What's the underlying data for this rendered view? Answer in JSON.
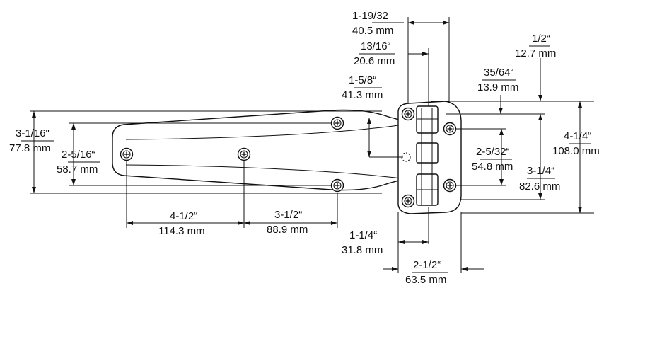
{
  "diagram": {
    "dimensions": {
      "d_1_19_32": {
        "imperial": "1-19/32",
        "metric": "40.5 mm"
      },
      "d_13_16": {
        "imperial": "13/16“",
        "metric": "20.6 mm"
      },
      "d_1_5_8": {
        "imperial": "1-5/8“",
        "metric": "41.3 mm"
      },
      "d_1_2": {
        "imperial": "1/2“",
        "metric": "12.7 mm"
      },
      "d_35_64": {
        "imperial": "35/64“",
        "metric": "13.9 mm"
      },
      "d_3_1_16": {
        "imperial": "3-1/16\"",
        "metric": "77.8 mm"
      },
      "d_2_5_16": {
        "imperial": "2-5/16“",
        "metric": "58.7 mm"
      },
      "d_2_5_32": {
        "imperial": "2-5/32“",
        "metric": "54.8 mm"
      },
      "d_4_1_4": {
        "imperial": "4-1/4“",
        "metric": "108.0 mm"
      },
      "d_3_1_4": {
        "imperial": "3-1/4“",
        "metric": "82.6 mm"
      },
      "d_4_1_2": {
        "imperial": "4-1/2“",
        "metric": "114.3 mm"
      },
      "d_3_1_2": {
        "imperial": "3-1/2“",
        "metric": "88.9 mm"
      },
      "d_1_1_4": {
        "imperial": "1-1/4“",
        "metric": "31.8 mm"
      },
      "d_2_1_2": {
        "imperial": "2-1/2“",
        "metric": "63.5 mm"
      }
    }
  }
}
